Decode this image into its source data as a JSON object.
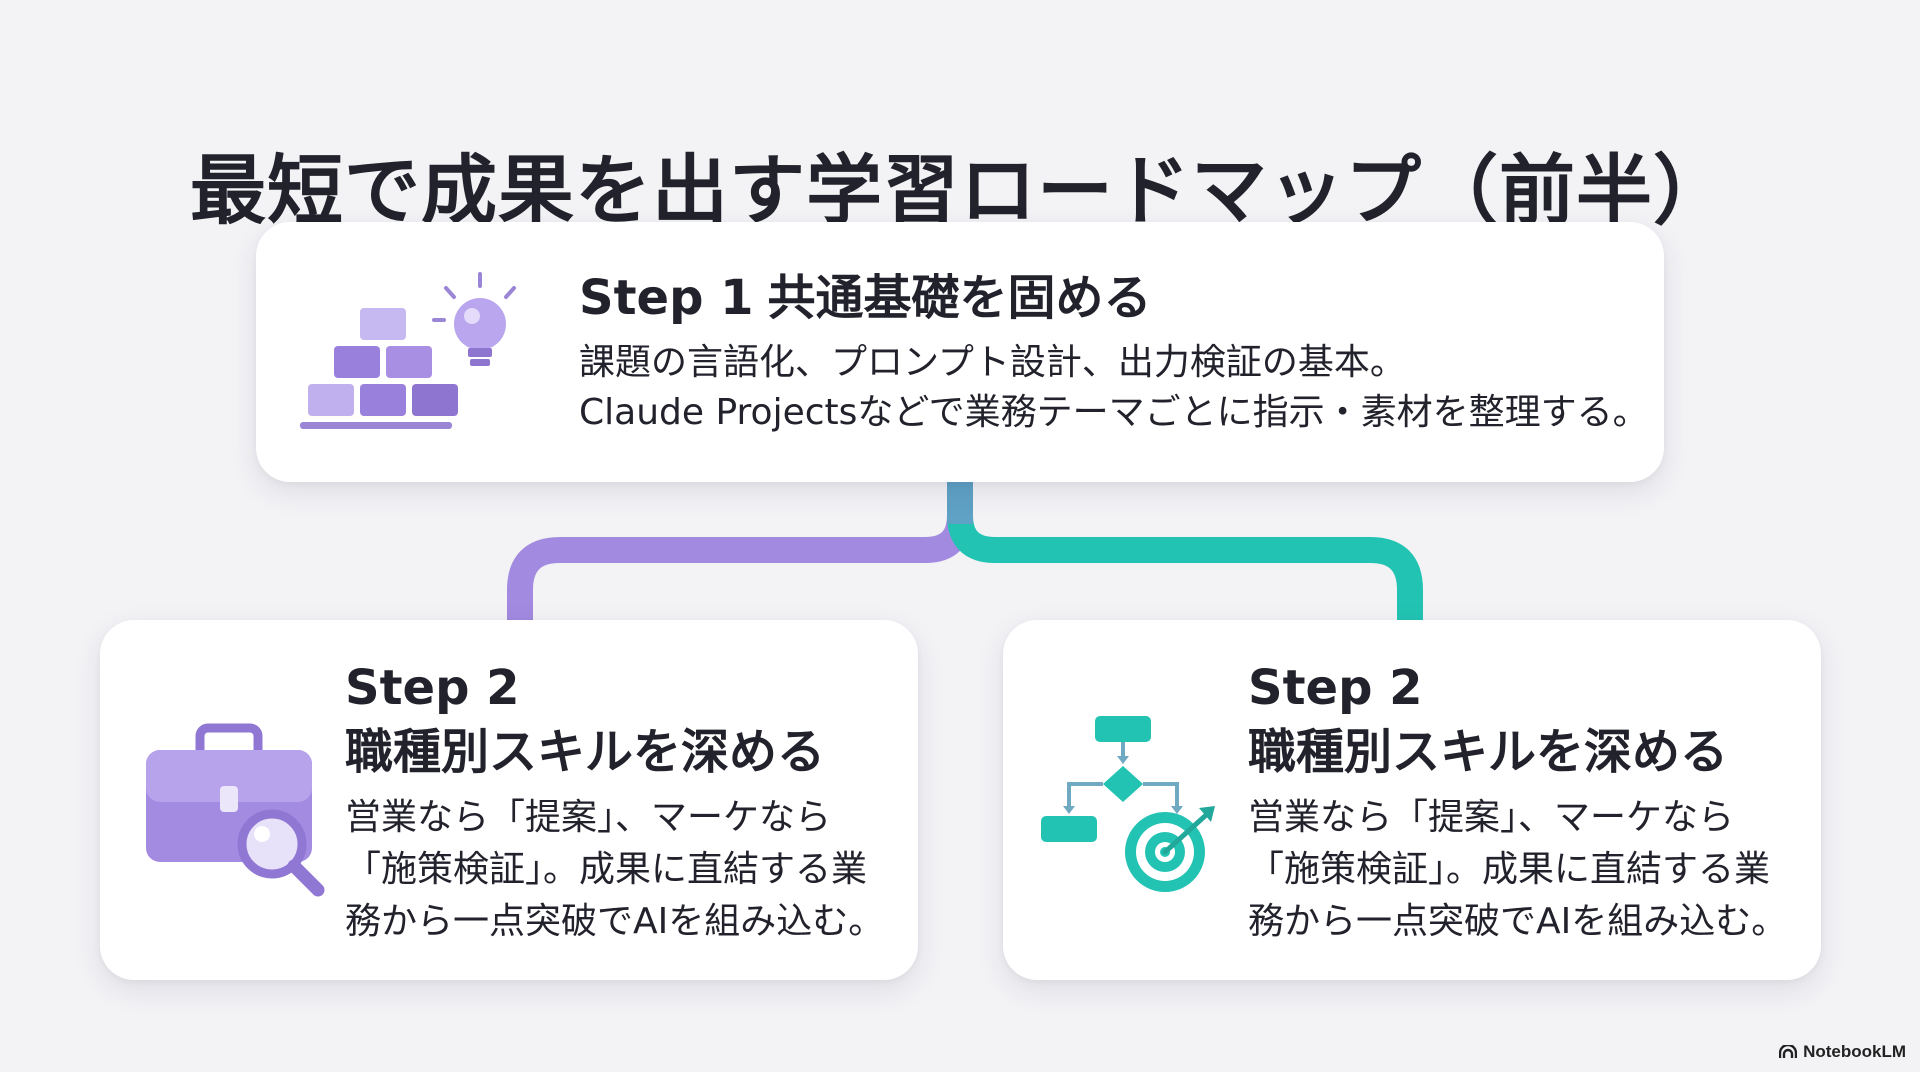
{
  "title": "最短で成果を出す学習ロードマップ（前半）",
  "colors": {
    "accent_purple": "#a18ae0",
    "accent_teal": "#22c3b2",
    "connector_stem": "#5fa2c6",
    "background": "#f3f3f6"
  },
  "steps": [
    {
      "label": "Step 1",
      "heading": "共通基礎を固める",
      "lines": [
        "課題の言語化、プロンプト設計、出力検証の基本。",
        "Claude Projectsなどで業務テーマごとに指示・素材を整理する。"
      ],
      "icon": "blocks-lightbulb-icon"
    },
    {
      "label": "Step 2",
      "heading": "職種別スキルを深める",
      "lines": [
        "営業なら「提案」、マーケなら",
        "「施策検証」。成果に直結する業",
        "務から一点突破でAIを組み込む。"
      ],
      "icon": "briefcase-magnifier-icon"
    },
    {
      "label": "Step 2",
      "heading": "職種別スキルを深める",
      "lines": [
        "営業なら「提案」、マーケなら",
        "「施策検証」。成果に直結する業",
        "務から一点突破でAIを組み込む。"
      ],
      "icon": "flowchart-target-icon"
    }
  ],
  "brand": {
    "name": "NotebookLM",
    "icon": "notebooklm-logo-icon"
  }
}
